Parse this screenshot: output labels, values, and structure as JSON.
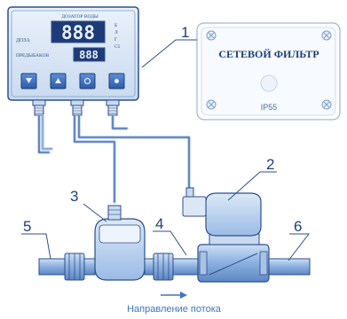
{
  "controller": {
    "title": "ДОЗАТОР ВОДЫ",
    "display_label": "ДОЗА",
    "display_value": "888",
    "preset_label": "ПРЕДЫБАКОВ",
    "preset_value": "888",
    "unit_labels": [
      "Б",
      "Л",
      "Г",
      "С5"
    ]
  },
  "filter": {
    "title": "СЕТЕВОЙ ФИЛЬТР",
    "rating": "IP55"
  },
  "callouts": [
    "1",
    "2",
    "3",
    "4",
    "5",
    "6"
  ],
  "flow_label": "Направление потока",
  "colors": {
    "stroke": "#2c4f8a",
    "fill_light": "#dbe7f5",
    "fill_mid": "#a9c3e6",
    "accent": "#3d74c9",
    "display_bg": "#1e3a78"
  }
}
